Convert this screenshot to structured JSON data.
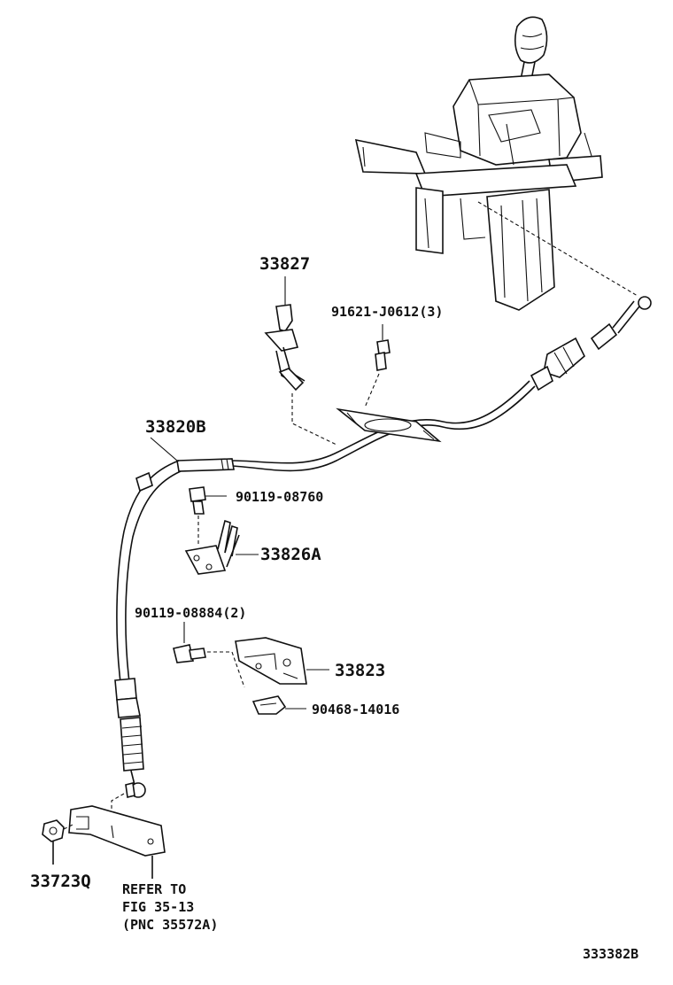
{
  "labels": {
    "p33827": "33827",
    "p91621": "91621-J0612(3)",
    "p33820B": "33820B",
    "p90119_08760": "90119-08760",
    "p33826A": "33826A",
    "p90119_08884": "90119-08884(2)",
    "p33823": "33823",
    "p90468": "90468-14016",
    "p33723Q": "33723Q"
  },
  "reference": {
    "line1": "REFER TO",
    "line2": "FIG 35-13",
    "line3": "(PNC 35572A)"
  },
  "figure_id": "333382B"
}
